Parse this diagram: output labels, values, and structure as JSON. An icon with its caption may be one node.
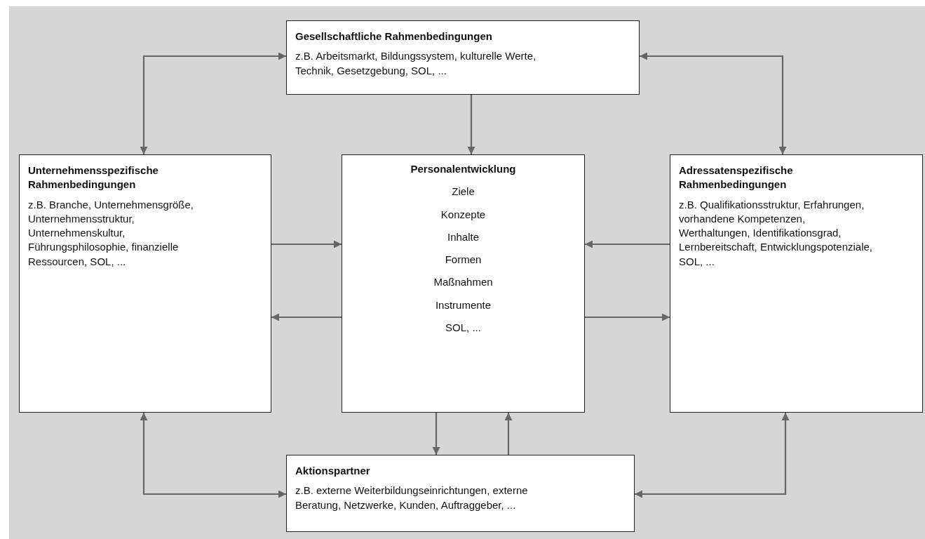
{
  "diagram": {
    "nodes": [
      {
        "text": [
          "Gesellschaftliche Rahmenbedingungen",
          "z.B. Arbeitsmarkt, Bildungssystem, kulturelle Werte, Technik, Gesetzgebung, SOL, ..."
        ]
      },
      {
        "text": [
          "Unternehmensspezifische Rahmenbedingungen",
          "z.B. Branche, Unternehmensgröße, Unternehmensstruktur, Unternehmenskultur, Führungsphilosophie, finanzielle Ressourcen, SOL, ..."
        ]
      },
      {
        "text": [
          "Personalentwicklung",
          "Ziele",
          "Konzepte",
          "Inhalte",
          "Formen",
          "Maßnahmen",
          "Instrumente",
          "SOL, ..."
        ]
      },
      {
        "text": [
          "Adressatenspezifische Rahmenbedingungen",
          "z.B. Qualifikationsstruktur, Erfahrungen, vorhandene Kompetenzen, Werthaltungen, Identifikationsgrad, Lernbereitschaft, Entwicklungspotenziale, SOL, ..."
        ]
      },
      {
        "text": [
          "Aktionspartner",
          "z.B. externe Weiterbildungseinrichtungen, externe Beratung, Netzwerke, Kunden, Auftraggeber, ..."
        ]
      }
    ],
    "edges": [
      {
        "from": 1,
        "to": 0,
        "arrow": "both"
      },
      {
        "from": 3,
        "to": 0,
        "arrow": "both"
      },
      {
        "from": 0,
        "to": 2,
        "arrow": "to"
      },
      {
        "from": 1,
        "to": 2,
        "arrow": "to"
      },
      {
        "from": 2,
        "to": 1,
        "arrow": "to"
      },
      {
        "from": 3,
        "to": 2,
        "arrow": "to"
      },
      {
        "from": 2,
        "to": 3,
        "arrow": "to"
      },
      {
        "from": 2,
        "to": 4,
        "arrow": "to"
      },
      {
        "from": 4,
        "to": 2,
        "arrow": "to"
      },
      {
        "from": 1,
        "to": 4,
        "arrow": "both"
      },
      {
        "from": 3,
        "to": 4,
        "arrow": "both"
      }
    ]
  }
}
